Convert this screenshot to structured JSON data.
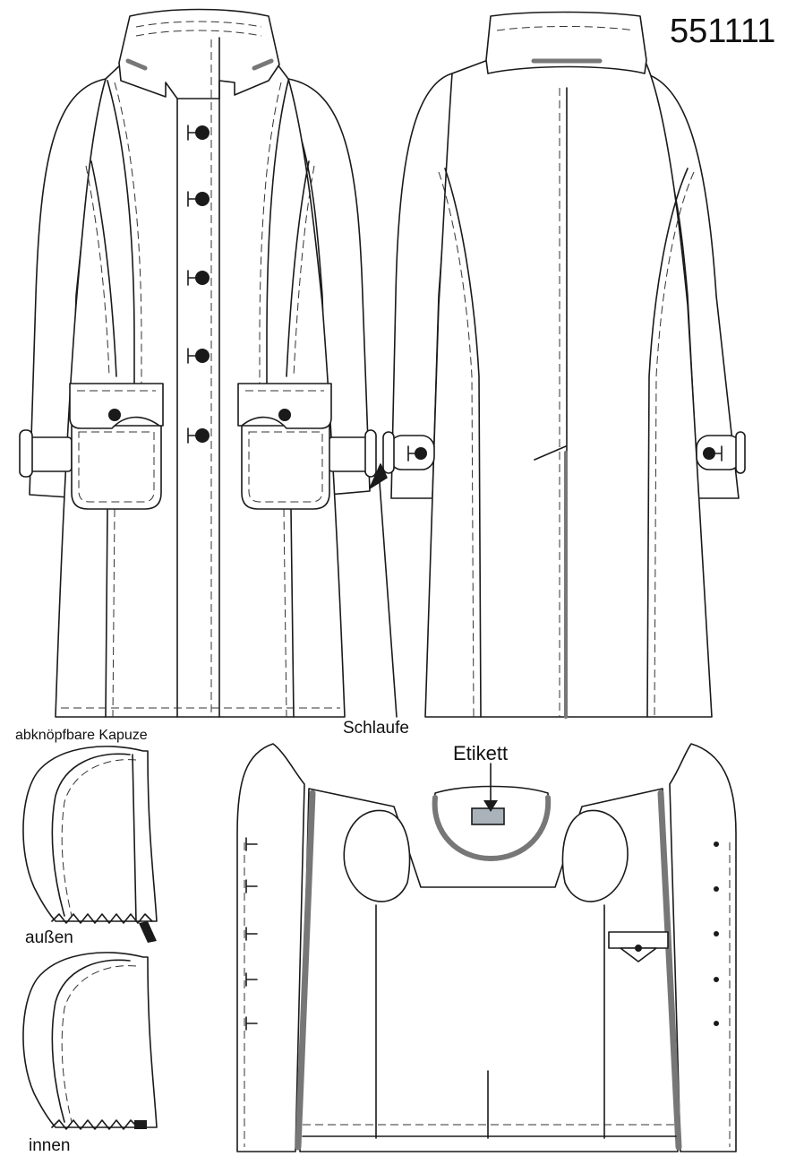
{
  "model_number": "551111",
  "labels": {
    "loop": "Schlaufe",
    "detachable_hood": "abknöpfbare Kapuze",
    "label_tag": "Etikett",
    "outside": "außen",
    "inside": "innen"
  },
  "colors": {
    "line": "#1a1a1a",
    "accent_gray": "#777777",
    "background": "#ffffff"
  }
}
